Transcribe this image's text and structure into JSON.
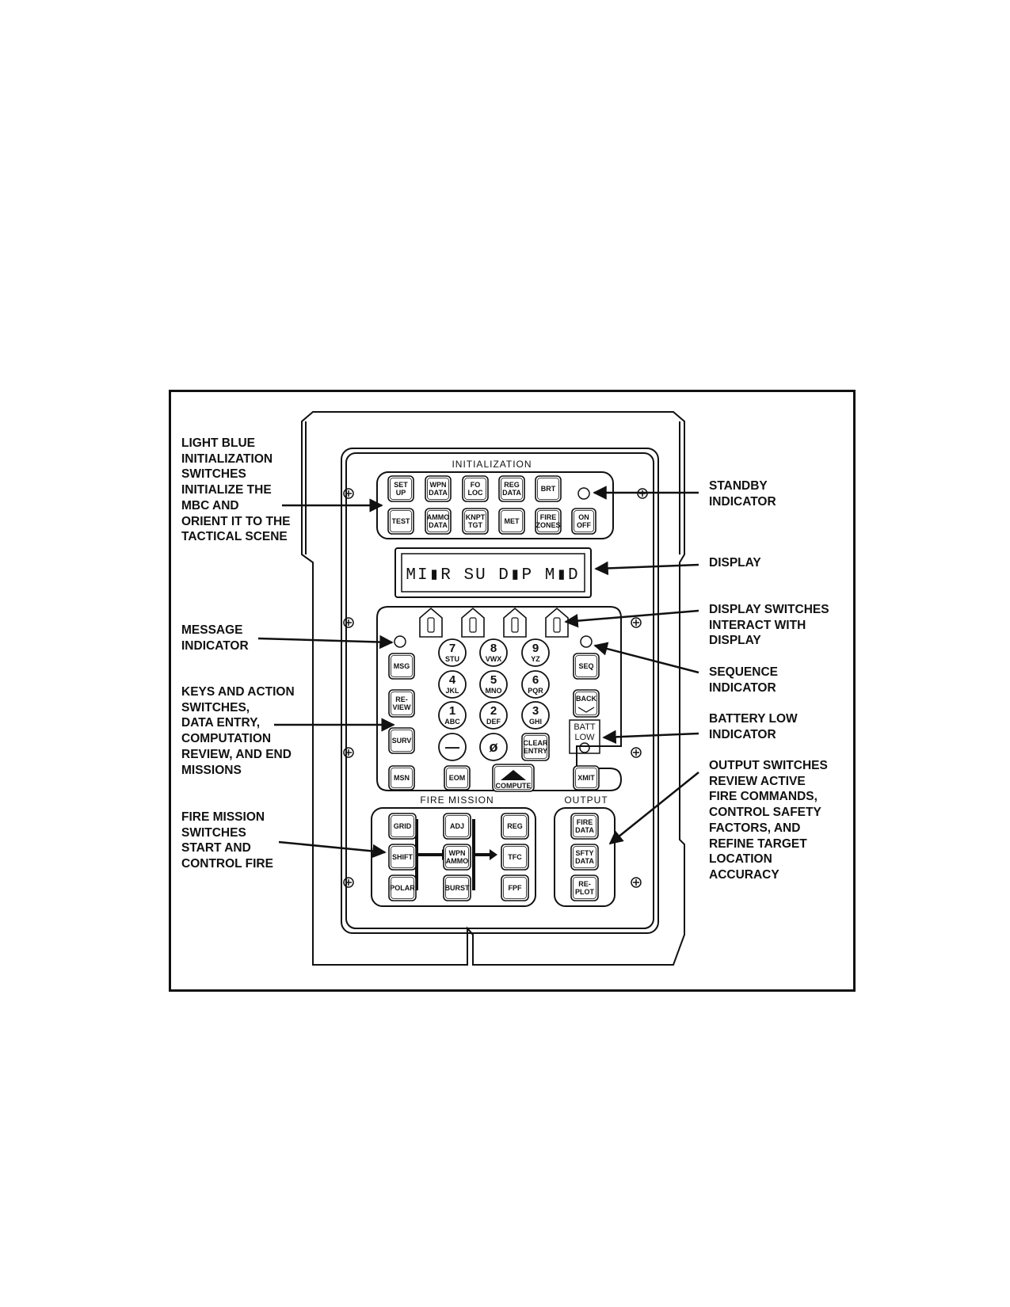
{
  "callouts": {
    "init_switches": "LIGHT BLUE\nINITIALIZATION\nSWITCHES\nINITIALIZE THE\nMBC AND\nORIENT IT TO THE\nTACTICAL SCENE",
    "standby": "STANDBY\nINDICATOR",
    "display": "DISPLAY",
    "display_switches": "DISPLAY SWITCHES\nINTERACT WITH\nDISPLAY",
    "message": "MESSAGE\nINDICATOR",
    "sequence": "SEQUENCE\nINDICATOR",
    "keys": "KEYS AND ACTION\nSWITCHES,\nDATA ENTRY,\nCOMPUTATION\nREVIEW, AND END\nMISSIONS",
    "battery": "BATTERY LOW\nINDICATOR",
    "output": "OUTPUT SWITCHES\nREVIEW ACTIVE\nFIRE COMMANDS,\nCONTROL SAFETY\nFACTORS, AND\nREFINE TARGET\nLOCATION\nACCURACY",
    "fire_mission": "FIRE MISSION\nSWITCHES\nSTART AND\nCONTROL FIRE"
  },
  "device": {
    "section_init": "INITIALIZATION",
    "section_fire": "FIRE MISSION",
    "section_output": "OUTPUT",
    "display_text": "MI▮R SU  D▮P M▮D",
    "init_keys": [
      "SET\nUP",
      "WPN\nDATA",
      "FO\nLOC",
      "REG\nDATA",
      "BRT",
      "TEST",
      "AMMO\nDATA",
      "KNPT\nTGT",
      "MET",
      "FIRE\nZONES",
      "ON\nOFF"
    ],
    "numpad": [
      {
        "digit": "7",
        "letters": "STU"
      },
      {
        "digit": "8",
        "letters": "VWX"
      },
      {
        "digit": "9",
        "letters": "YZ"
      },
      {
        "digit": "4",
        "letters": "JKL"
      },
      {
        "digit": "5",
        "letters": "MNO"
      },
      {
        "digit": "6",
        "letters": "PQR"
      },
      {
        "digit": "1",
        "letters": "ABC"
      },
      {
        "digit": "2",
        "letters": "DEF"
      },
      {
        "digit": "3",
        "letters": "GHI"
      },
      {
        "digit": "—",
        "letters": ""
      },
      {
        "digit": "ø",
        "letters": ""
      }
    ],
    "action_keys": [
      "MSG",
      "RE-\nVIEW",
      "SURV",
      "MSN",
      "EOM",
      "COMPUTE",
      "SEQ",
      "BACK",
      "XMIT",
      "CLEAR\nENTRY"
    ],
    "batt_low": "BATT\nLOW",
    "fire_keys": [
      "GRID",
      "SHIFT",
      "POLAR",
      "ADJ",
      "WPN\nAMMO",
      "BURST",
      "REG",
      "TFC",
      "FPF"
    ],
    "output_keys": [
      "FIRE\nDATA",
      "SFTY\nDATA",
      "RE-\nPLOT"
    ]
  }
}
